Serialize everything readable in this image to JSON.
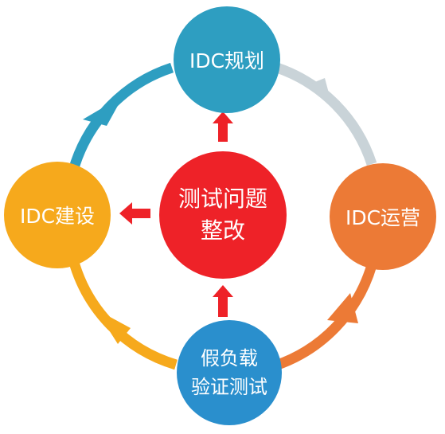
{
  "nodes": {
    "plan": {
      "lines": [
        "IDC规划"
      ]
    },
    "build": {
      "lines": [
        "IDC建设"
      ]
    },
    "ops": {
      "lines": [
        "IDC运营"
      ]
    },
    "test": {
      "lines": [
        "假负载",
        "验证测试"
      ]
    },
    "center": {
      "lines": [
        "测试问题",
        "整改"
      ]
    }
  },
  "colors": {
    "plan": "#2e9ec1",
    "build": "#f6a91c",
    "ops": "#ec7a36",
    "test": "#2a8fcd",
    "center": "#ee2228",
    "ring_ops_to_plan": "#c9d3d8",
    "arrow_red": "#ee2228"
  }
}
